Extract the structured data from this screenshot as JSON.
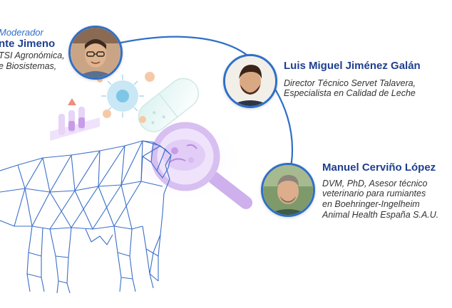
{
  "speakers": [
    {
      "label": "Moderador",
      "name": "nte Jimeno",
      "role_lines": [
        "TSI Agronómica,",
        "e Biosistemas,"
      ]
    },
    {
      "name": "Luis Miguel Jiménez Galán",
      "role_lines": [
        "Director Técnico Servet Talavera,",
        "Especialista en Calidad de Leche"
      ]
    },
    {
      "name": "Manuel Cerviño López",
      "role_lines": [
        "DVM, PhD, Asesor técnico",
        "veterinario para rumiantes",
        "en Boehringer-Ingelheim",
        "Animal Health España S.A.U."
      ]
    }
  ],
  "colors": {
    "accent": "#2f6fc8",
    "name_text": "#1f3f8f",
    "role_text": "#333333",
    "cow_wire": "#3a6fc8",
    "magnifier": "#c9a6e8"
  },
  "icons": [
    "cow-wireframe-icon",
    "magnifier-icon",
    "capsule-icon",
    "test-tubes-icon",
    "cell-icon"
  ]
}
